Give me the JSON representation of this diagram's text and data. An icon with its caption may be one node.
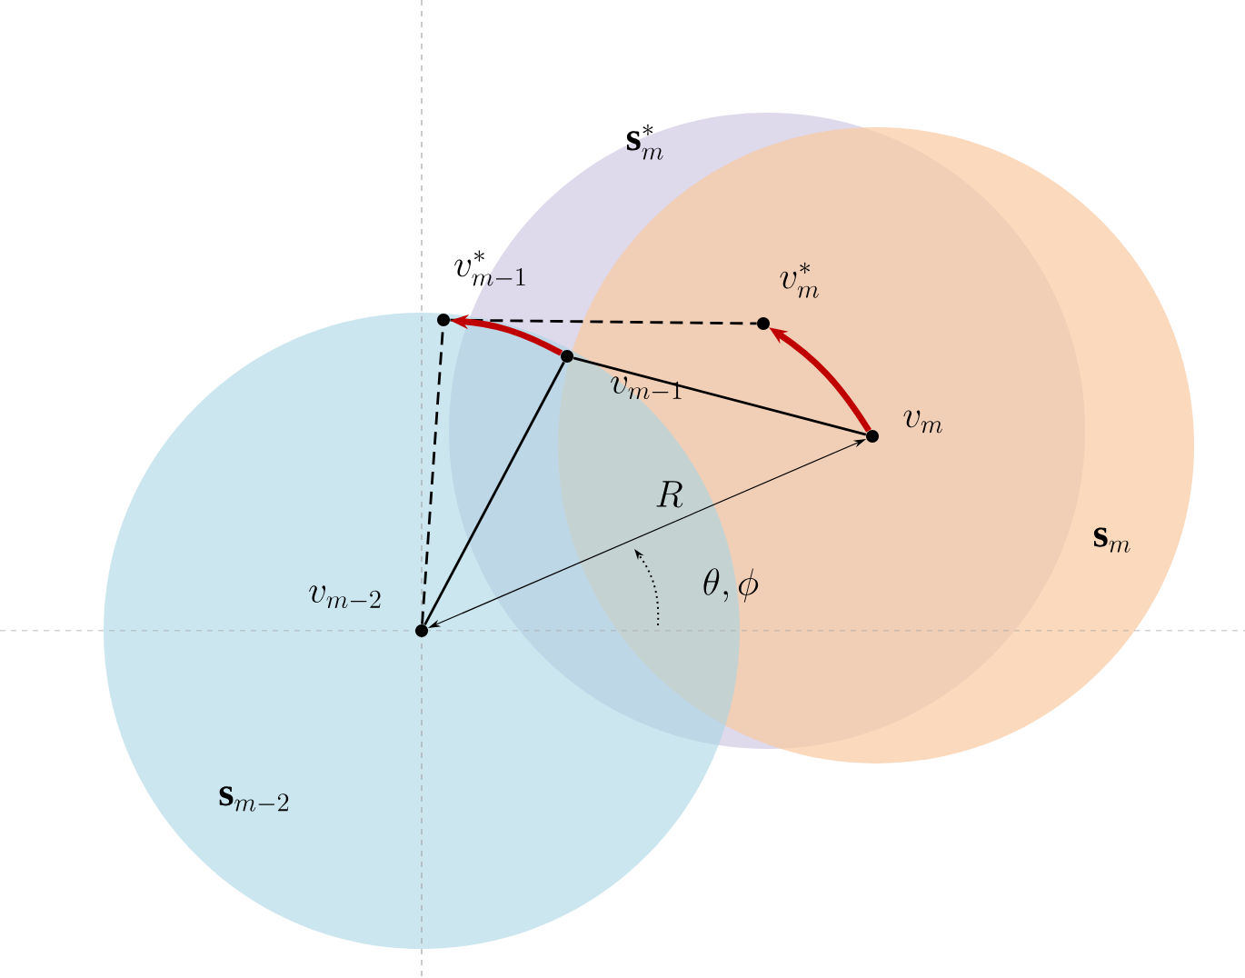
{
  "diagram": {
    "nodes": [
      {
        "text": [
          "v_{m-1}^*"
        ]
      },
      {
        "text": [
          "v_m^*"
        ]
      },
      {
        "text": [
          "v_{m-1}"
        ]
      },
      {
        "text": [
          "v_m"
        ]
      },
      {
        "text": [
          "v_{m-2}"
        ]
      }
    ],
    "edges": [
      {
        "from": 4,
        "to": 2,
        "arrow": "none"
      },
      {
        "from": 2,
        "to": 3,
        "arrow": "none"
      },
      {
        "from": 4,
        "to": 0,
        "arrow": "none",
        "style": "dashed"
      },
      {
        "from": 0,
        "to": 1,
        "arrow": "none",
        "style": "dashed"
      },
      {
        "from": 3,
        "to": 1,
        "arrow": "to",
        "style": "thick",
        "color": "#c00000"
      },
      {
        "from": 2,
        "to": 0,
        "arrow": "to",
        "style": "thick",
        "color": "#c00000"
      },
      {
        "from": 4,
        "to": 3,
        "arrow": "both",
        "label": "R"
      }
    ],
    "labels": [
      "\\mathbf{s}_m^*",
      "\\mathbf{s}_m",
      "\\theta,\\phi",
      "\\mathbf{s}_{m-2}"
    ]
  }
}
